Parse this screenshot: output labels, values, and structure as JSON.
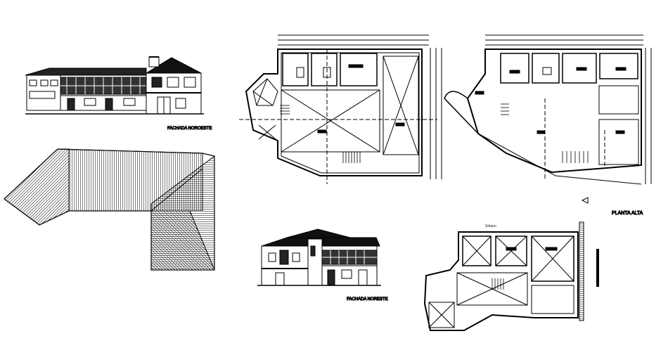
{
  "labels": {
    "facade_noroeste": "FACHADA NOROESTE",
    "facade_noreste": "FACHADA NORESTE",
    "planta_alta": "PLANTA ALTA",
    "sotano": "Sótano"
  },
  "colors": {
    "ink": "#000000",
    "background": "#ffffff"
  },
  "icons": {
    "north_arrow": "triangle-arrow-icon",
    "scale_bar": "scale-bar-icon"
  }
}
